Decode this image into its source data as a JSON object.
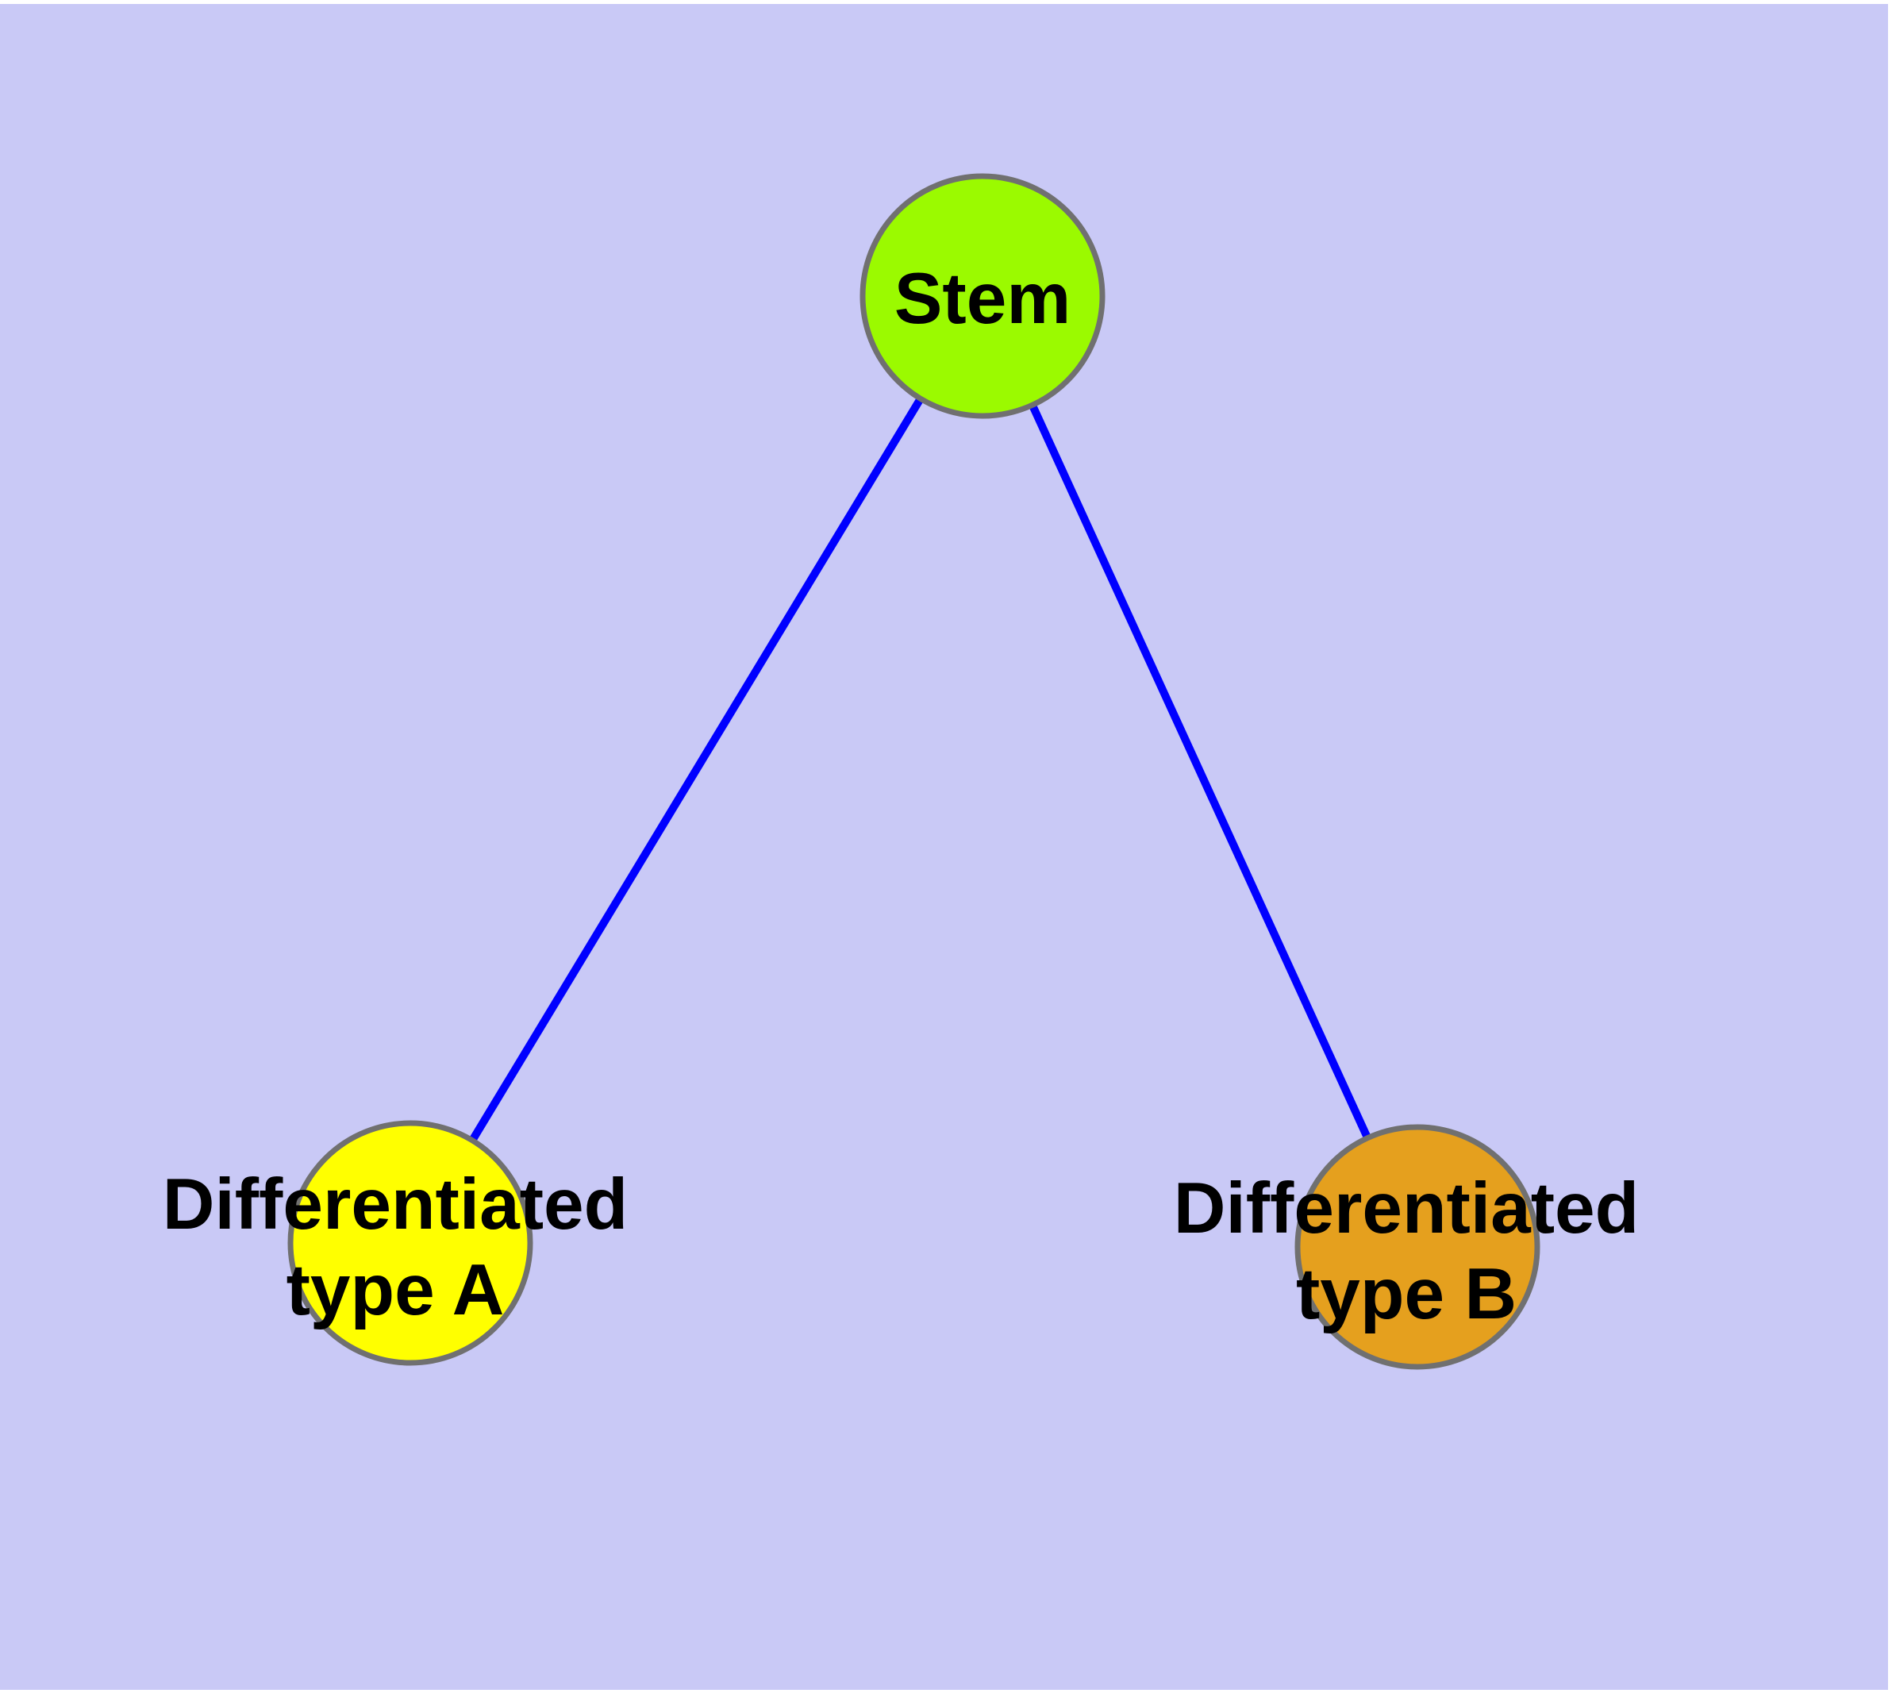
{
  "diagram": {
    "background_color": "#C9C9F6",
    "page_color": "#FFFFFF",
    "edge_color": "#0000FF",
    "node_border_color": "#707070",
    "text_color": "#000000",
    "nodes": [
      {
        "id": "stem",
        "label": "Stem",
        "lines": [
          "Stem"
        ],
        "fill": "#9BFA00"
      },
      {
        "id": "differentiated-type-a",
        "label": "Differentiated type A",
        "lines": [
          "Differentiated",
          "type A"
        ],
        "fill": "#FFFF00"
      },
      {
        "id": "differentiated-type-b",
        "label": "Differentiated type B",
        "lines": [
          "Differentiated",
          "type B"
        ],
        "fill": "#E5A01E"
      }
    ],
    "edges": [
      {
        "from": "stem",
        "to": "differentiated-type-a"
      },
      {
        "from": "stem",
        "to": "differentiated-type-b"
      }
    ]
  }
}
